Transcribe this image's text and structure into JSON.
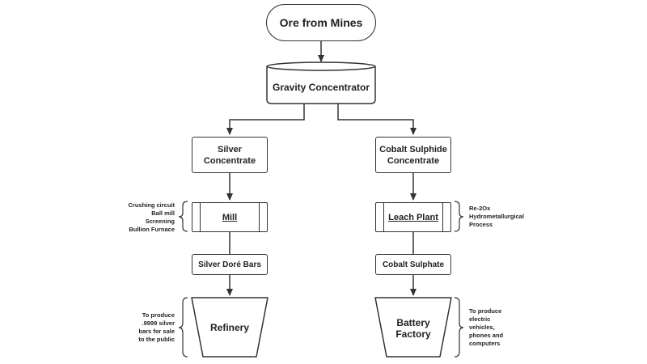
{
  "nodes": {
    "ore": "Ore from Mines",
    "gravity": "Gravity Concentrator",
    "silver_conc_1": "Silver",
    "silver_conc_2": "Concentrate",
    "cobalt_conc_1": "Cobalt Sulphide",
    "cobalt_conc_2": "Concentrate",
    "mill": "Mill",
    "leach": "Leach Plant",
    "dore": "Silver Doré Bars",
    "cobalt_sulphate": "Cobalt Sulphate",
    "refinery": "Refinery",
    "battery_1": "Battery",
    "battery_2": "Factory"
  },
  "notes": {
    "mill": [
      "Crushing circuit",
      "Ball mill",
      "Screening",
      "Bullion Furnace"
    ],
    "leach": [
      "Re-2Ox",
      "Hydrometallurgical",
      "Process"
    ],
    "refinery": [
      "To produce",
      ".9999 silver",
      "bars for sale",
      "to the public"
    ],
    "battery": [
      "To produce",
      "electric",
      "vehicles,",
      "phones and",
      "computers"
    ]
  },
  "edges": [
    [
      "Ore from Mines",
      "Gravity Concentrator"
    ],
    [
      "Gravity Concentrator",
      "Silver Concentrate"
    ],
    [
      "Gravity Concentrator",
      "Cobalt Sulphide Concentrate"
    ],
    [
      "Silver Concentrate",
      "Mill"
    ],
    [
      "Mill",
      "Silver Doré Bars"
    ],
    [
      "Silver Doré Bars",
      "Refinery"
    ],
    [
      "Cobalt Sulphide Concentrate",
      "Leach Plant"
    ],
    [
      "Leach Plant",
      "Cobalt Sulphate"
    ],
    [
      "Cobalt Sulphate",
      "Battery Factory"
    ]
  ],
  "colors": {
    "stroke": "#333333",
    "text": "#222222",
    "background": "#ffffff"
  }
}
